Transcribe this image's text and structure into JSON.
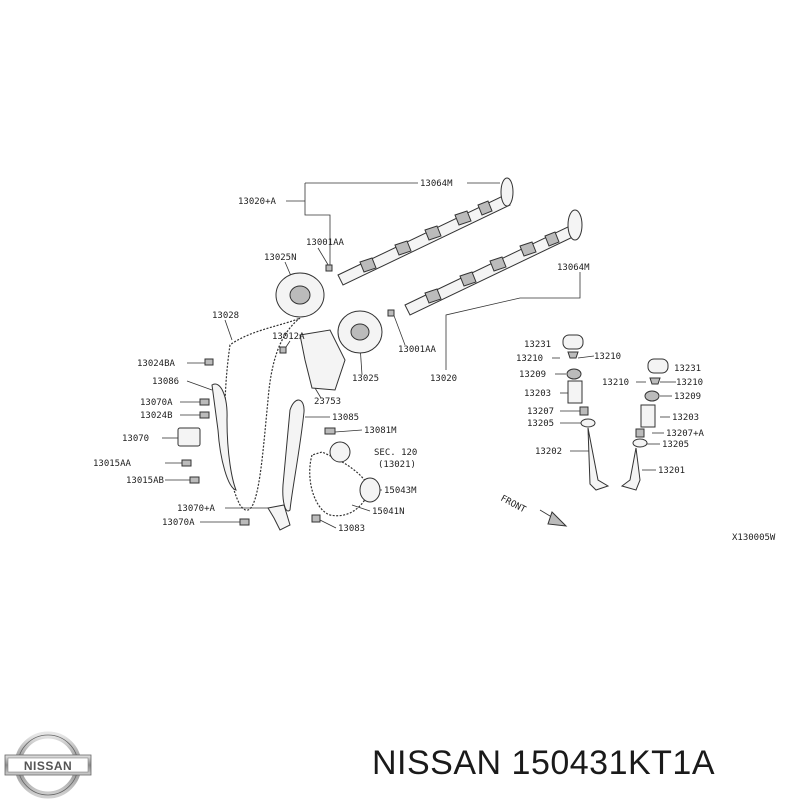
{
  "diagram": {
    "part_labels": [
      {
        "id": "13064m_top",
        "text": "13064M"
      },
      {
        "id": "13020a",
        "text": "13020+A"
      },
      {
        "id": "13001aa_top",
        "text": "13001AA"
      },
      {
        "id": "13025n",
        "text": "13025N"
      },
      {
        "id": "13064m_right",
        "text": "13064M"
      },
      {
        "id": "13028",
        "text": "13028"
      },
      {
        "id": "13012a",
        "text": "13012A"
      },
      {
        "id": "13001aa_mid",
        "text": "13001AA"
      },
      {
        "id": "13024ba",
        "text": "13024BA"
      },
      {
        "id": "13086",
        "text": "13086"
      },
      {
        "id": "13025",
        "text": "13025"
      },
      {
        "id": "13020",
        "text": "13020"
      },
      {
        "id": "13070a_1",
        "text": "13070A"
      },
      {
        "id": "23753",
        "text": "23753"
      },
      {
        "id": "13024b",
        "text": "13024B"
      },
      {
        "id": "13085",
        "text": "13085"
      },
      {
        "id": "13070",
        "text": "13070"
      },
      {
        "id": "13081m",
        "text": "13081M"
      },
      {
        "id": "sec120",
        "text": "SEC. 120"
      },
      {
        "id": "13021",
        "text": "(13021)"
      },
      {
        "id": "13015aa",
        "text": "13015AA"
      },
      {
        "id": "13015ab",
        "text": "13015AB"
      },
      {
        "id": "15043m",
        "text": "15043M"
      },
      {
        "id": "13070a_plus",
        "text": "13070+A"
      },
      {
        "id": "15041n",
        "text": "15041N"
      },
      {
        "id": "13070a_2",
        "text": "13070A"
      },
      {
        "id": "13083",
        "text": "13083"
      },
      {
        "id": "13231_l",
        "text": "13231"
      },
      {
        "id": "13210_l1",
        "text": "13210"
      },
      {
        "id": "13210_l2",
        "text": "13210"
      },
      {
        "id": "13209_l",
        "text": "13209"
      },
      {
        "id": "13203_l",
        "text": "13203"
      },
      {
        "id": "13207_l",
        "text": "13207"
      },
      {
        "id": "13205_l",
        "text": "13205"
      },
      {
        "id": "13202",
        "text": "13202"
      },
      {
        "id": "13231_r",
        "text": "13231"
      },
      {
        "id": "13210_r1",
        "text": "13210"
      },
      {
        "id": "13210_r2",
        "text": "13210"
      },
      {
        "id": "13209_r",
        "text": "13209"
      },
      {
        "id": "13203_r",
        "text": "13203"
      },
      {
        "id": "13207a_r",
        "text": "13207+A"
      },
      {
        "id": "13205_r",
        "text": "13205"
      },
      {
        "id": "13201",
        "text": "13201"
      },
      {
        "id": "front",
        "text": "FRONT"
      },
      {
        "id": "drawing_code",
        "text": "X130005W"
      }
    ]
  },
  "logo": {
    "text": "NISSAN"
  },
  "caption": {
    "text": "NISSAN 150431KT1A"
  },
  "colors": {
    "line": "#333333",
    "text": "#222222",
    "background": "#ffffff"
  }
}
